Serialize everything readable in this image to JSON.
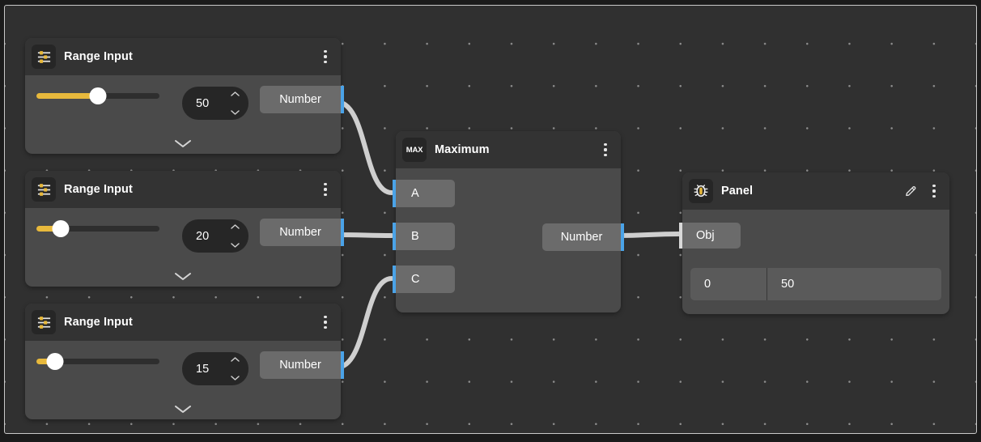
{
  "canvas": {
    "background_color": "#303030",
    "grid_dot_color": "#8d8d8d",
    "border_color": "#c9c9c9"
  },
  "theme": {
    "node_body": "#4a4a4a",
    "node_header": "#333333",
    "port_chip": "#6b6b6b",
    "port_nub_blue": "#4aa3e8",
    "port_nub_white": "#d8d8d8",
    "slider_fill": "#e8b93c",
    "edge_color": "#cfcfcf",
    "text_primary": "#ffffff"
  },
  "nodes": [
    {
      "id": "range-input-1",
      "icon": "sliders-icon",
      "title": "Range Input",
      "menu_icon": "kebab-menu-icon",
      "value": "50",
      "slider_percent": 50,
      "output_port_label": "Number",
      "expand_icon": "chevron-down-icon",
      "stepper_up_icon": "chevron-up-icon",
      "stepper_down_icon": "chevron-down-icon"
    },
    {
      "id": "range-input-2",
      "icon": "sliders-icon",
      "title": "Range Input",
      "menu_icon": "kebab-menu-icon",
      "value": "20",
      "slider_percent": 20,
      "output_port_label": "Number",
      "expand_icon": "chevron-down-icon",
      "stepper_up_icon": "chevron-up-icon",
      "stepper_down_icon": "chevron-down-icon"
    },
    {
      "id": "range-input-3",
      "icon": "sliders-icon",
      "title": "Range Input",
      "menu_icon": "kebab-menu-icon",
      "value": "15",
      "slider_percent": 15,
      "output_port_label": "Number",
      "expand_icon": "chevron-down-icon",
      "stepper_up_icon": "chevron-up-icon",
      "stepper_down_icon": "chevron-down-icon"
    },
    {
      "id": "maximum",
      "icon": "max-badge-icon",
      "icon_label": "MAX",
      "title": "Maximum",
      "menu_icon": "kebab-menu-icon",
      "inputs": [
        "A",
        "B",
        "C"
      ],
      "output_port_label": "Number"
    },
    {
      "id": "panel",
      "icon": "bug-icon",
      "title": "Panel",
      "edit_icon": "pencil-icon",
      "menu_icon": "kebab-menu-icon",
      "input_port_label": "Obj",
      "table": {
        "rows": [
          {
            "index": "0",
            "value": "50"
          }
        ]
      }
    }
  ]
}
